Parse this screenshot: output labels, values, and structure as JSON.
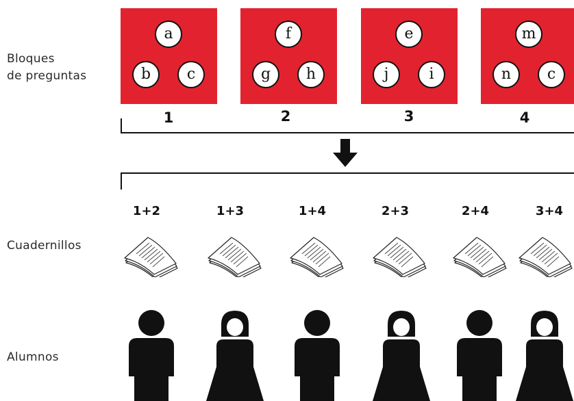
{
  "row_labels": {
    "blocks": [
      "Bloques",
      "de preguntas"
    ],
    "booklets": "Cuadernillos",
    "students": "Alumnos"
  },
  "blocks": [
    {
      "number": "1",
      "letters": [
        "a",
        "b",
        "c"
      ]
    },
    {
      "number": "2",
      "letters": [
        "f",
        "g",
        "h"
      ]
    },
    {
      "number": "3",
      "letters": [
        "e",
        "j",
        "i"
      ]
    },
    {
      "number": "4",
      "letters": [
        "m",
        "n",
        "c"
      ]
    }
  ],
  "booklets": [
    {
      "label": "1+2"
    },
    {
      "label": "1+3"
    },
    {
      "label": "1+4"
    },
    {
      "label": "2+3"
    },
    {
      "label": "2+4"
    },
    {
      "label": "3+4"
    }
  ],
  "students": [
    "male",
    "female",
    "male",
    "female",
    "male",
    "female"
  ],
  "colors": {
    "block": "#e2232f",
    "ink": "#111111"
  }
}
